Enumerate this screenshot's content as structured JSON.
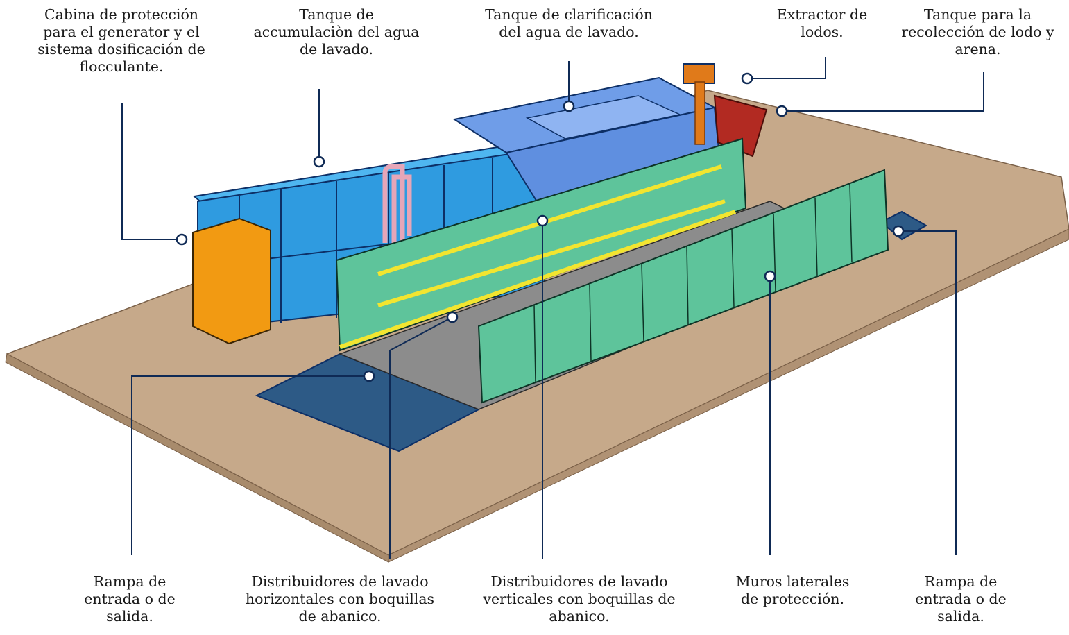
{
  "labels": {
    "cabina": "Cabina de protección\npara el generator y el\nsistema dosificación de\nflocculante.",
    "acumulacion": "Tanque de\naccumulaciòn del agua\nde lavado.",
    "clarificacion": "Tanque de clarificación\ndel agua de lavado.",
    "extractor": "Extractor de\nlodos.",
    "recoleccion": "Tanque  para la\nrecolección de lodo y\narena.",
    "rampa_izquierda": "Rampa de\nentrada o de\nsalida.",
    "distribuidores_horizontales": "Distribuidores de lavado\nhorizontales con boquillas\nde abanico.",
    "distribuidores_verticales": "Distribuidores de lavado\nverticales con boquillas de\nabanico.",
    "muros": "Muros laterales\nde protección.",
    "rampa_derecha": "Rampa de\nentrada o de\nsalida."
  },
  "colors": {
    "leader_line": "#0f2a55",
    "floor": "#c6a98a",
    "floor_edge": "#a88b6c",
    "tank_blue": "#2f9be0",
    "tank_dark": "#1d5aa8",
    "clarifier": "#5f8fe0",
    "green_panel": "#5ec49b",
    "rail_yellow": "#f2e530",
    "cabinet_orange": "#f29a12",
    "ramp": "#2d5a86",
    "sludge_red": "#b22a22",
    "extractor_orange": "#e07a1a"
  },
  "icons": [
    "leader-endpoint-circle"
  ]
}
